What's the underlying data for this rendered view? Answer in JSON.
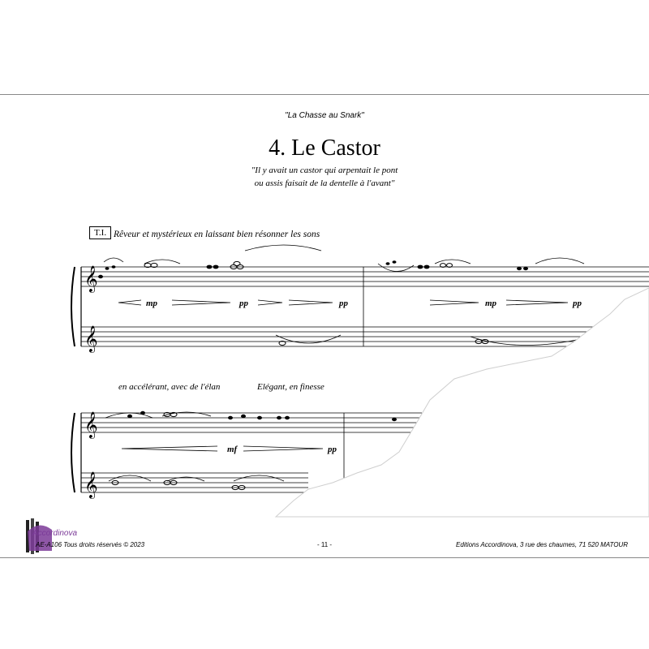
{
  "header": {
    "suite_title": "\"La Chasse au Snark\"",
    "piece_title": "4. Le Castor",
    "epigraph_line1": "\"Il y avait un castor qui arpentait le pont",
    "epigraph_line2": "ou assis faisait de la dentelle à l'avant\""
  },
  "score": {
    "system1": {
      "instrument_box": "T.I.",
      "tempo_marking": "Rêveur et mystérieux en laissant bien résonner les sons",
      "dynamics": [
        "mp",
        "pp",
        "pp",
        "mp",
        "pp"
      ]
    },
    "system2": {
      "expression_1": "en accélérant, avec de l'élan",
      "expression_2": "Elégant, en finesse",
      "dynamics": [
        "mf",
        "pp"
      ]
    }
  },
  "footer": {
    "logo_text": "Accordinova",
    "left": "AE-A106   Tous droits réservés © 2023",
    "page_number": "- 11 -",
    "right": "Editions Accordinova, 3 rue des chaumes, 71 520 MATOUR"
  },
  "colors": {
    "logo_accent": "#7b3a98",
    "paper": "#ffffff",
    "ink": "#000000"
  }
}
